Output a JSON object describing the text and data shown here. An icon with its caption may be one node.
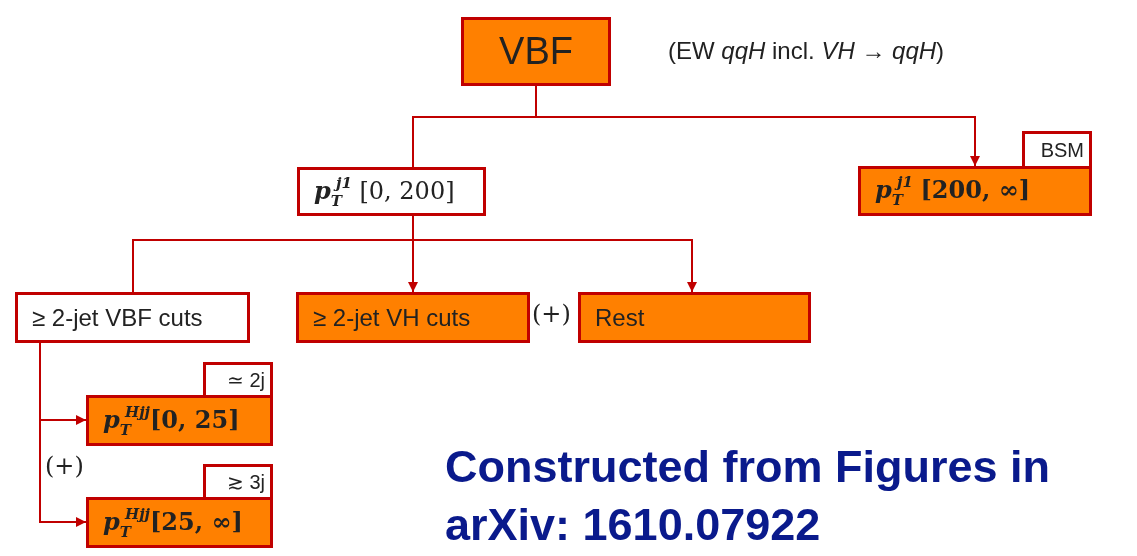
{
  "diagram": {
    "nodes": [
      {
        "text": [
          "VBF"
        ],
        "beside": [
          "(EW *qqH* incl. *VH* → *qqH*)"
        ]
      },
      {
        "text": [
          "*p*$_{T}$$^{j1}$ [0, 200]"
        ]
      },
      {
        "text": [
          "*p*$_{T}$$^{j1}$ **[200, ∞]**"
        ],
        "beside": [
          "BSM"
        ]
      },
      {
        "text": [
          "≥ 2-jet VBF cuts"
        ]
      },
      {
        "text": [
          "≥ 2-jet VH cuts"
        ]
      },
      {
        "text": [
          "Rest"
        ]
      },
      {
        "text": [
          "*p*$_{T}$$^{Hjj}$**[0, 25]**"
        ],
        "beside": [
          "≃ 2j"
        ]
      },
      {
        "text": [
          "*p*$_{T}$$^{Hjj}$**[25, ∞]**"
        ],
        "beside": [
          "≳ 3j"
        ]
      }
    ],
    "edges": [
      {
        "from": 0,
        "to": 1,
        "arrow": "none"
      },
      {
        "from": 0,
        "to": 2,
        "arrow": "to"
      },
      {
        "from": 1,
        "to": 3,
        "arrow": "none"
      },
      {
        "from": 1,
        "to": 4,
        "arrow": "to"
      },
      {
        "from": 1,
        "to": 5,
        "arrow": "to"
      },
      {
        "from": 3,
        "to": 6,
        "arrow": "to"
      },
      {
        "from": 3,
        "to": 7,
        "arrow": "to"
      }
    ],
    "labels": [
      "(+)",
      "(+)",
      "Constructed from Figures in arXiv: 1610.07922"
    ]
  }
}
